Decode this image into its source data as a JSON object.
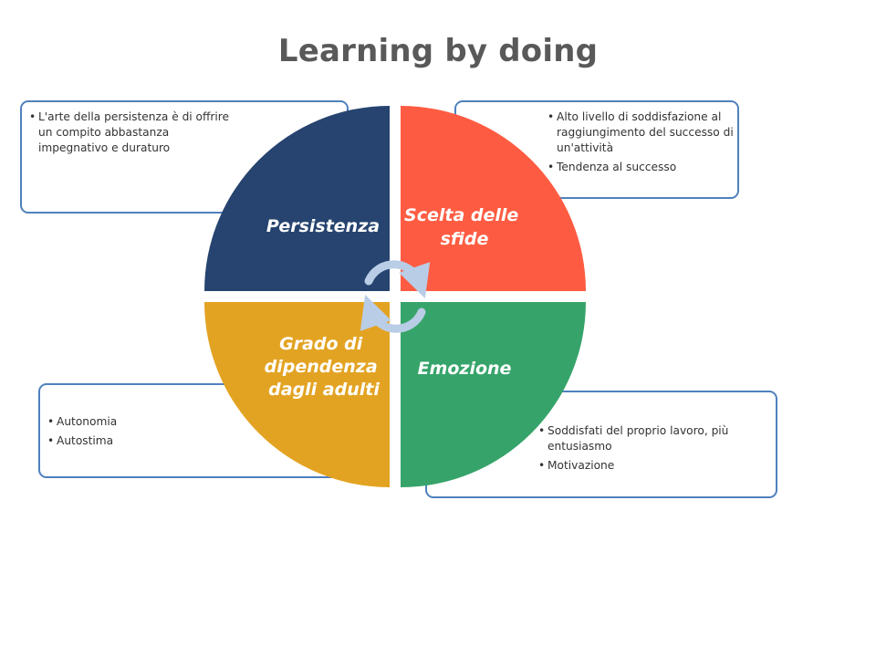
{
  "title": "Learning by doing",
  "colors": {
    "persistenza": "#26446f",
    "scelta": "#fe5c42",
    "emozione": "#36a46a",
    "grado": "#e3a322",
    "box_border": "#4f81bd",
    "arrow": "#b9cde6"
  },
  "quadrants": {
    "top_left": {
      "label_lines": [
        "Persistenza"
      ]
    },
    "top_right": {
      "label_lines": [
        "Scelta delle",
        "sfide"
      ]
    },
    "bottom_right": {
      "label_lines": [
        "Emozione"
      ]
    },
    "bottom_left": {
      "label_lines": [
        "Grado di",
        "dipendenza",
        "dagli adulti"
      ]
    }
  },
  "boxes": {
    "top_left": [
      "L'arte della persistenza è di offrire un compito abbastanza impegnativo e duraturo"
    ],
    "top_right": [
      "Alto livello di soddisfazione al raggiungimento del successo di un'attività",
      "Tendenza al successo"
    ],
    "bottom_left": [
      "Autonomia",
      "Autostima"
    ],
    "bottom_right": [
      "Soddisfati del proprio lavoro, più entusiasmo",
      "Motivazione"
    ]
  }
}
